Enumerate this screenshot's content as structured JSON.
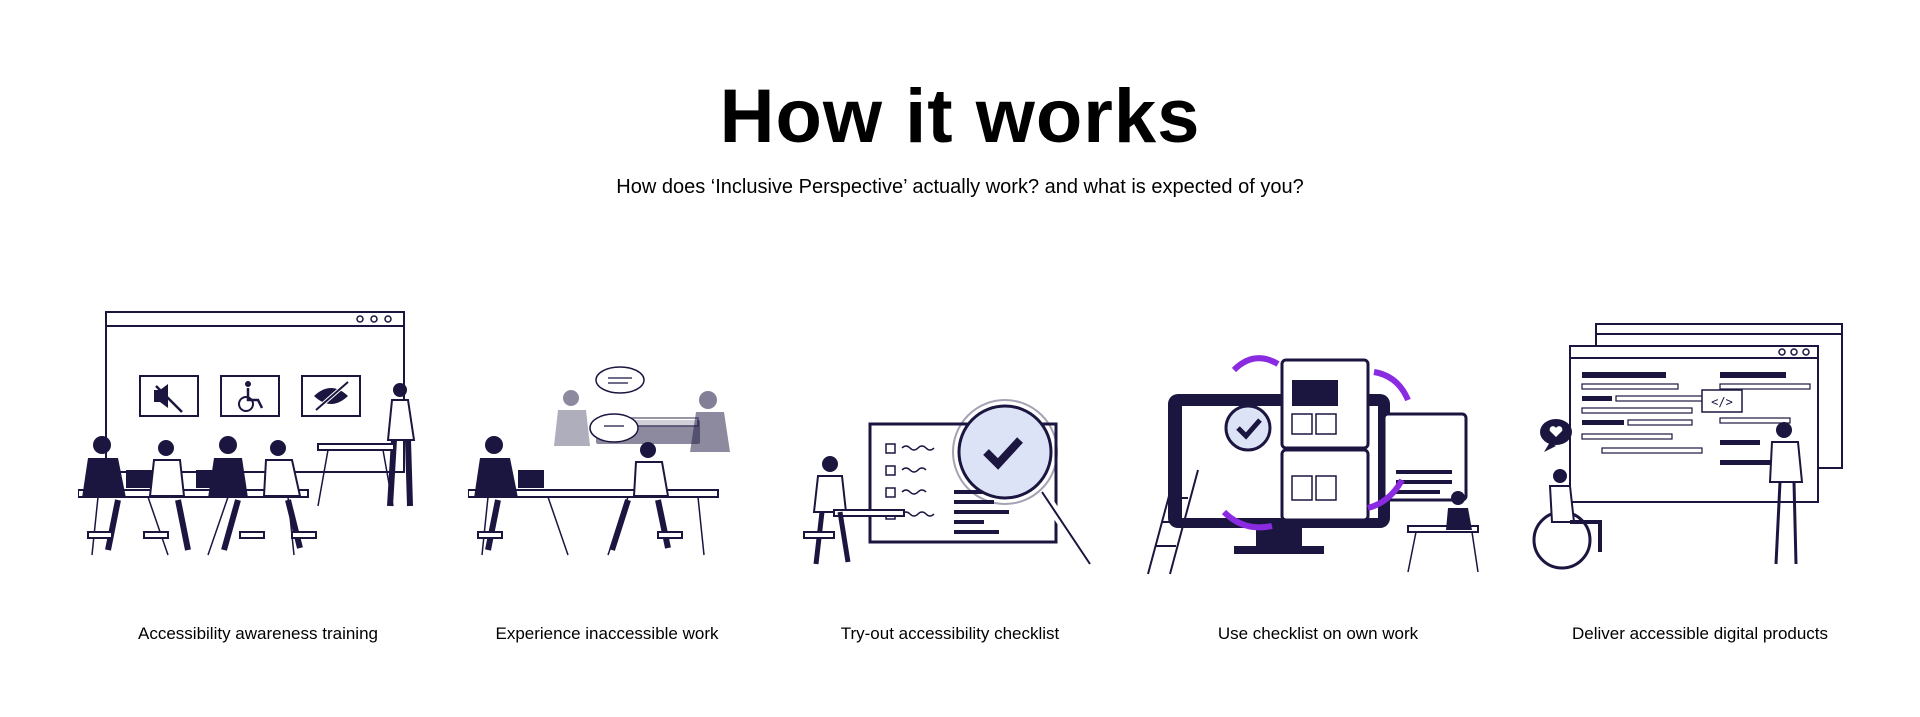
{
  "page": {
    "title": "How it works",
    "subtitle": "How does ‘Inclusive Perspective’ actually work? and what is expected of you?"
  },
  "steps": [
    {
      "label": "Accessibility awareness training",
      "icon": "training-classroom-illustration"
    },
    {
      "label": "Experience inaccessible work",
      "icon": "inaccessible-work-illustration"
    },
    {
      "label": "Try-out accessibility checklist",
      "icon": "checklist-magnifier-illustration"
    },
    {
      "label": "Use checklist on own work",
      "icon": "own-work-devices-illustration"
    },
    {
      "label": "Deliver accessible digital products",
      "icon": "accessible-products-illustration"
    }
  ],
  "colors": {
    "ink": "#1b1640",
    "accent": "#8a2be2",
    "highlight": "#dde3f7",
    "text": "#000000"
  }
}
